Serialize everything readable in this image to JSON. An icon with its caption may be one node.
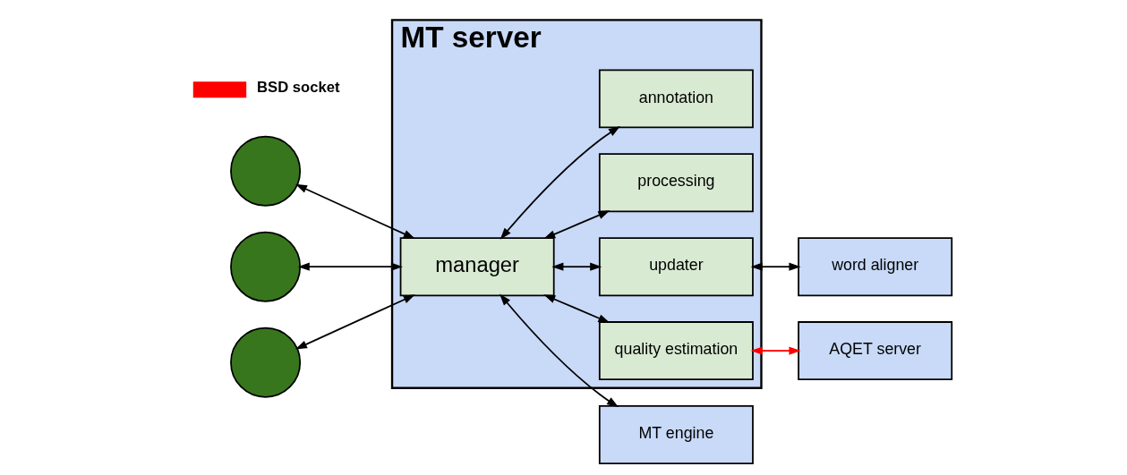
{
  "diagram": {
    "nodes": [
      {
        "text": [
          "MT server"
        ]
      },
      {
        "text": [],
        "shape": "circle"
      },
      {
        "text": [],
        "shape": "circle"
      },
      {
        "text": [],
        "shape": "circle"
      },
      {
        "text": [
          "updater"
        ],
        "in": 0
      },
      {
        "text": [
          "manager"
        ],
        "in": 0
      },
      {
        "text": [
          "quality estimation"
        ],
        "in": 0
      },
      {
        "text": [
          "processing"
        ],
        "in": 0
      },
      {
        "text": [
          "annotation"
        ],
        "in": 0
      },
      {
        "text": [
          "word aligner"
        ]
      },
      {
        "text": [
          "MT engine"
        ]
      },
      {
        "text": [
          "AQET server"
        ]
      }
    ],
    "edges": [
      {
        "from": 1,
        "to": 5,
        "arrow": "both"
      },
      {
        "from": 2,
        "to": 5,
        "arrow": "both"
      },
      {
        "from": 3,
        "to": 5,
        "arrow": "both"
      },
      {
        "from": 5,
        "to": 4,
        "arrow": "both"
      },
      {
        "from": 4,
        "to": 9,
        "arrow": "both"
      },
      {
        "from": 5,
        "to": 10,
        "arrow": "both"
      },
      {
        "from": 5,
        "to": 6,
        "arrow": "both"
      },
      {
        "from": 6,
        "to": 11,
        "arrow": "both",
        "color": "#ff0000"
      },
      {
        "from": 5,
        "to": 7,
        "arrow": "both"
      },
      {
        "from": 5,
        "to": 8,
        "arrow": "both"
      }
    ],
    "legend": [
      {
        "text": "BSD socket"
      }
    ]
  }
}
